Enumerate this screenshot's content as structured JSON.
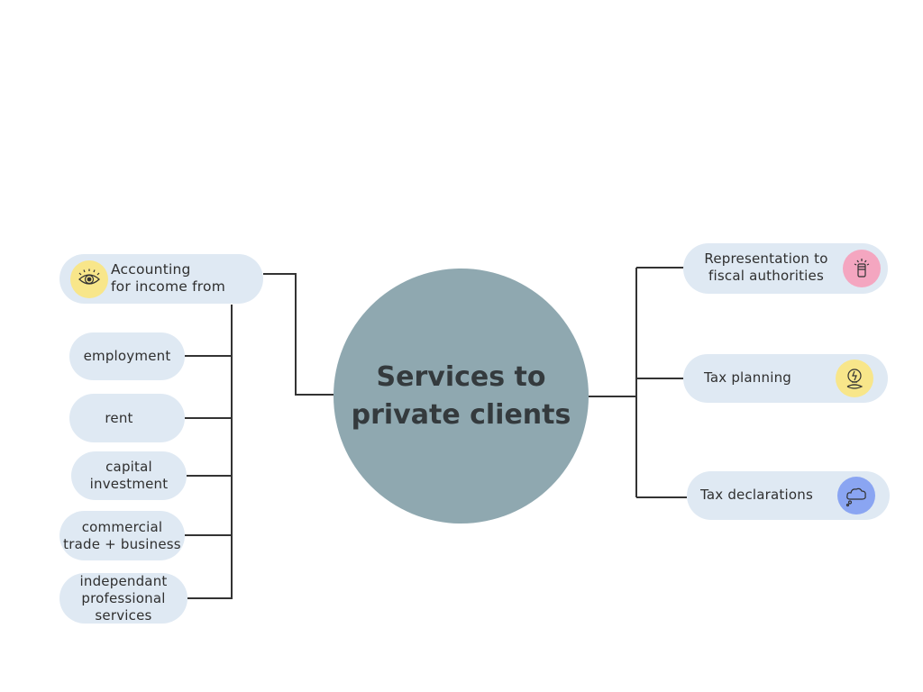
{
  "center": {
    "title": "Services to\nprivate clients",
    "color": "#8fa8b0"
  },
  "left": {
    "parent": {
      "label": "Accounting\nfor income from",
      "icon": "eye-icon",
      "icon_color": "#f8e68a"
    },
    "children": [
      {
        "label": "employment"
      },
      {
        "label": "rent"
      },
      {
        "label": "capital\ninvestment"
      },
      {
        "label": "commercial\ntrade + business"
      },
      {
        "label": "independant\nprofessional\nservices"
      }
    ]
  },
  "right": [
    {
      "label": "Representation to\nfiscal authorities",
      "icon": "raised-fist-icon",
      "icon_color": "#f4a6c0"
    },
    {
      "label": "Tax planning",
      "icon": "lightbulb-icon",
      "icon_color": "#f8e68a"
    },
    {
      "label": "Tax declarations",
      "icon": "cloud-icon",
      "icon_color": "#8aa5f2"
    }
  ],
  "colors": {
    "pill": "#dfe9f3",
    "line": "#333333"
  }
}
